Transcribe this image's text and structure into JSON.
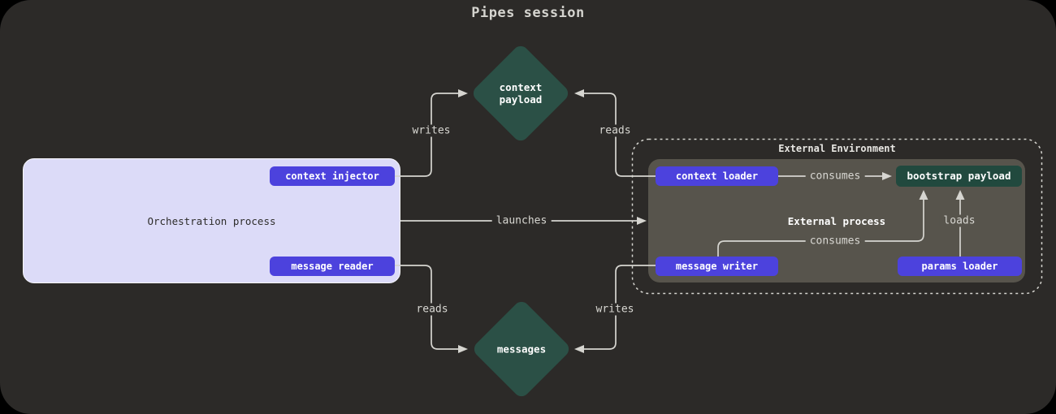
{
  "title": "Pipes session",
  "colors": {
    "page_bg": "#2c2a28",
    "line": "#d6d5d0",
    "label_text": "#d9d8d3",
    "lavender": "#dcdbf8",
    "lavender_text": "#2e2d2b",
    "purple": "#4c42dd",
    "node_green": "#2b5046",
    "dark_green": "#21493e",
    "gray_box": "#57544c",
    "white": "#ffffff"
  },
  "nodes": {
    "context_payload": {
      "label": "context\npayload"
    },
    "messages": {
      "label": "messages"
    },
    "orchestration": {
      "label": "Orchestration process",
      "context_injector": "context injector",
      "message_reader": "message reader"
    },
    "external_environment": {
      "label": "External Environment"
    },
    "external_process": {
      "label": "External process",
      "context_loader": "context loader",
      "bootstrap_payload": "bootstrap payload",
      "message_writer": "message writer",
      "params_loader": "params loader"
    }
  },
  "edges": {
    "writes_top": "writes",
    "reads_top": "reads",
    "launches": "launches",
    "consumes_top": "consumes",
    "consumes_bottom": "consumes",
    "loads": "loads",
    "reads_bottom": "reads",
    "writes_bottom": "writes"
  }
}
